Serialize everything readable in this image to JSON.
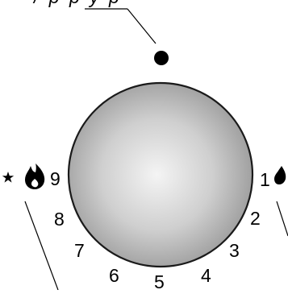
{
  "caption_fragment": "/ p p    y  p",
  "dial": {
    "numbers": [
      "1",
      "2",
      "3",
      "4",
      "5",
      "6",
      "7",
      "8",
      "9"
    ],
    "low_symbol": "small-flame-icon",
    "high_symbols": [
      "star-icon",
      "large-flame-icon"
    ]
  },
  "colors": {
    "knob_center": "#f4f4f4",
    "knob_edge": "#9a9a9a",
    "ink": "#000000"
  }
}
